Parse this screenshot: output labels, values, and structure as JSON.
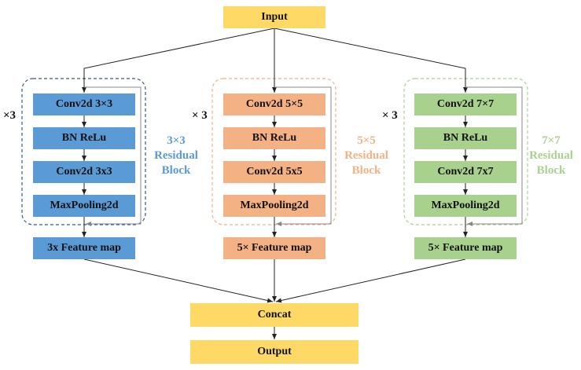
{
  "input": "Input",
  "concat": "Concat",
  "output": "Output",
  "colors": {
    "blue": "#5B9BD5",
    "orange": "#F4B183",
    "green": "#A9D18E",
    "yellow": "#FFD966",
    "blue_label": "#5B9BD5",
    "orange_label": "#F4B183",
    "green_label": "#A9D18E"
  },
  "branches": [
    {
      "multiplier": "×3",
      "layers": [
        "Conv2d 3×3",
        "BN ReLu",
        "Conv2d 3x3",
        "MaxPooling2d"
      ],
      "feature_map": "3x Feature map",
      "block_label": [
        "3×3",
        "Residual",
        "Block"
      ]
    },
    {
      "multiplier": "× 3",
      "layers": [
        "Conv2d 5×5",
        "BN ReLu",
        "Conv2d 5x5",
        "MaxPooling2d"
      ],
      "feature_map": "5× Feature map",
      "block_label": [
        "5×5",
        "Residual",
        "Block"
      ]
    },
    {
      "multiplier": "× 3",
      "layers": [
        "Conv2d 7×7",
        "BN ReLu",
        "Conv2d 7x7",
        "MaxPooling2d"
      ],
      "feature_map": "5× Feature map",
      "block_label": [
        "7×7",
        "Residual",
        "Block"
      ]
    }
  ]
}
